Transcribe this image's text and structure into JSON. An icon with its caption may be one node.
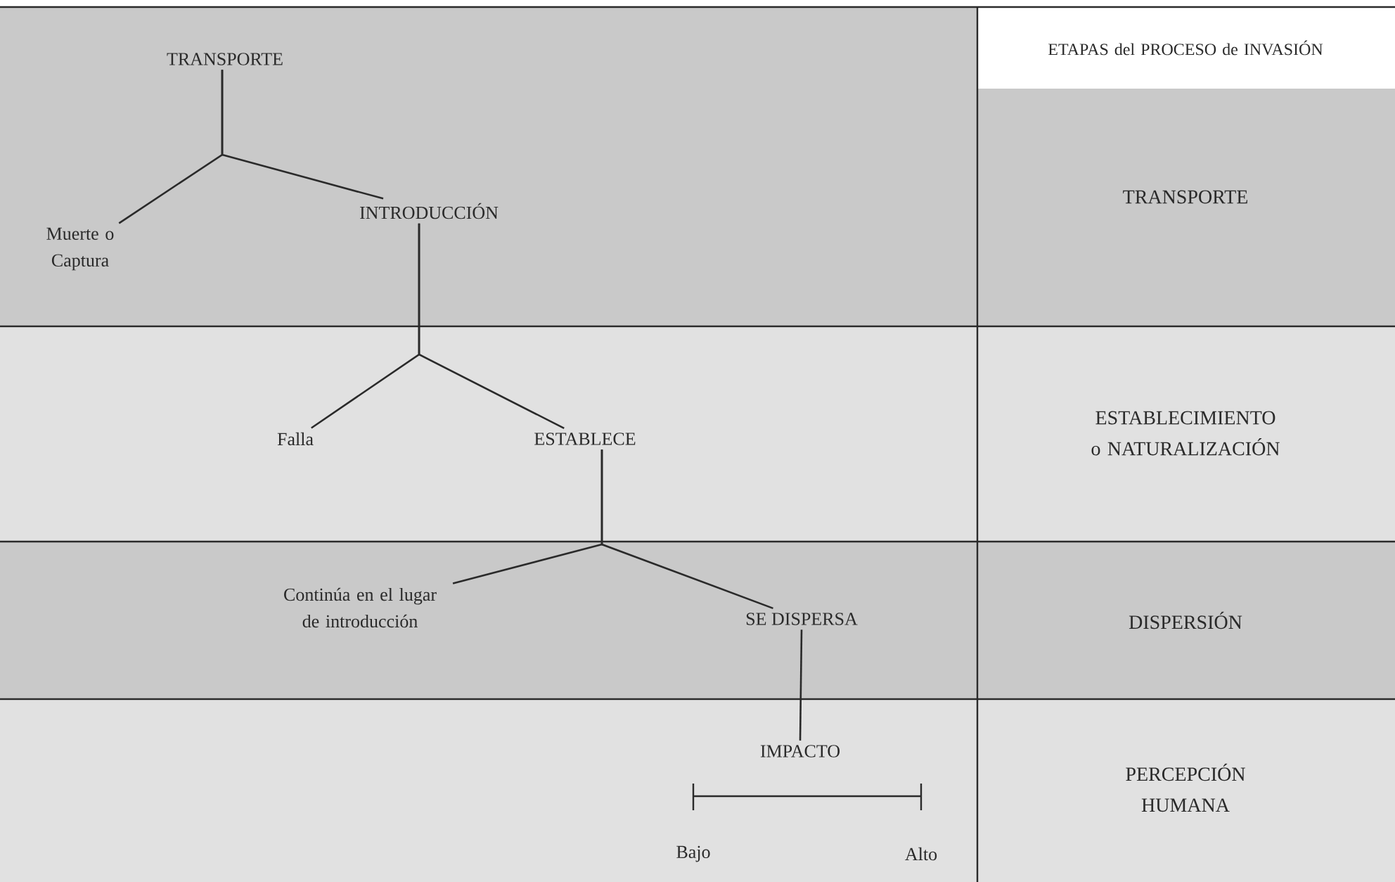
{
  "diagram": {
    "nodes": [
      {
        "text": [
          "TRANSPORTE"
        ]
      },
      {
        "text": [
          "Muerte o Captura"
        ]
      },
      {
        "text": [
          "INTRODUCCIÓN"
        ]
      },
      {
        "text": [
          "Falla"
        ]
      },
      {
        "text": [
          "ESTABLECE"
        ]
      },
      {
        "text": [
          "Continúa en el lugar de introducción"
        ]
      },
      {
        "text": [
          "SE DISPERSA"
        ]
      },
      {
        "text": [
          "IMPACTO"
        ]
      }
    ],
    "edges": [
      {
        "from": 0,
        "to": 1,
        "arrow": "none"
      },
      {
        "from": 0,
        "to": 2,
        "arrow": "none"
      },
      {
        "from": 2,
        "to": 3,
        "arrow": "none"
      },
      {
        "from": 2,
        "to": 4,
        "arrow": "none"
      },
      {
        "from": 4,
        "to": 5,
        "arrow": "none"
      },
      {
        "from": 4,
        "to": 6,
        "arrow": "none"
      },
      {
        "from": 6,
        "to": 7,
        "arrow": "none"
      }
    ],
    "labels": [
      "ETAPAS del PROCESO de INVASIÓN",
      "TRANSPORTE",
      "ESTABLECIMIENTO o NATURALIZACIÓN",
      "DISPERSIÓN",
      "PERCEPCIÓN HUMANA",
      "Bajo",
      "Alto"
    ]
  }
}
